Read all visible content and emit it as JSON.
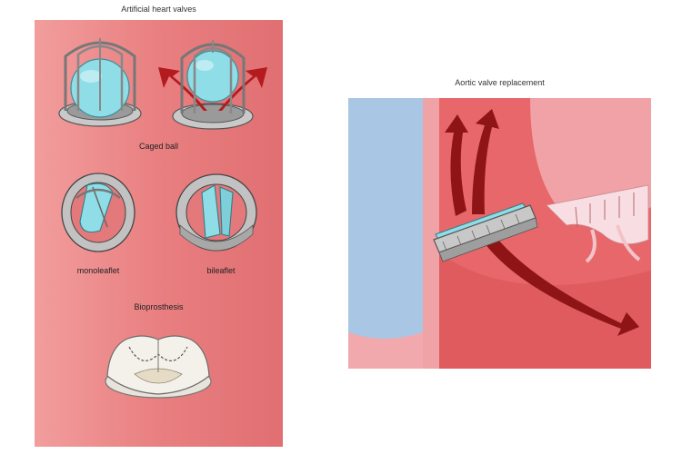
{
  "left": {
    "title": "Artificial heart valves",
    "labels": {
      "caged_ball": "Caged ball",
      "monoleaflet": "monoleaflet",
      "bileaflet": "bileaflet",
      "bioprosthesis": "Bioprosthesis"
    }
  },
  "right": {
    "title": "Aortic valve replacement"
  },
  "colors": {
    "panel_pink": "#ea8183",
    "valve_cyan": "#8fdde6",
    "metal_gray": "#b9b9b9",
    "flow_red": "#9b1a1c",
    "aorta_blue": "#a9c6e4"
  },
  "icons": [
    "caged-ball-valve-icon",
    "monoleaflet-valve-icon",
    "bileaflet-valve-icon",
    "bioprosthesis-valve-icon"
  ]
}
